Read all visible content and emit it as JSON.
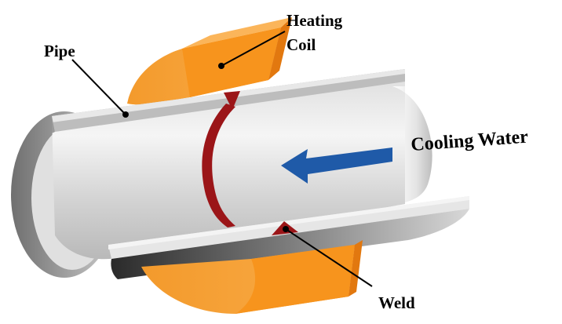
{
  "labels": {
    "pipe": "Pipe",
    "heating_coil_line1": "Heating",
    "heating_coil_line2": "Coil",
    "cooling_water": "Cooling Water",
    "weld": "Weld"
  },
  "colors": {
    "coil_front": "#f7941d",
    "coil_top": "#fbb55a",
    "coil_side": "#e2780f",
    "weld": "#9b1518",
    "arrow": "#1f5aa8",
    "pipe_light": "#f2f2f2",
    "pipe_mid": "#c9c9c9",
    "pipe_dark": "#8e8e8e"
  },
  "icons": {
    "flow_arrow": "left-arrow-icon"
  }
}
